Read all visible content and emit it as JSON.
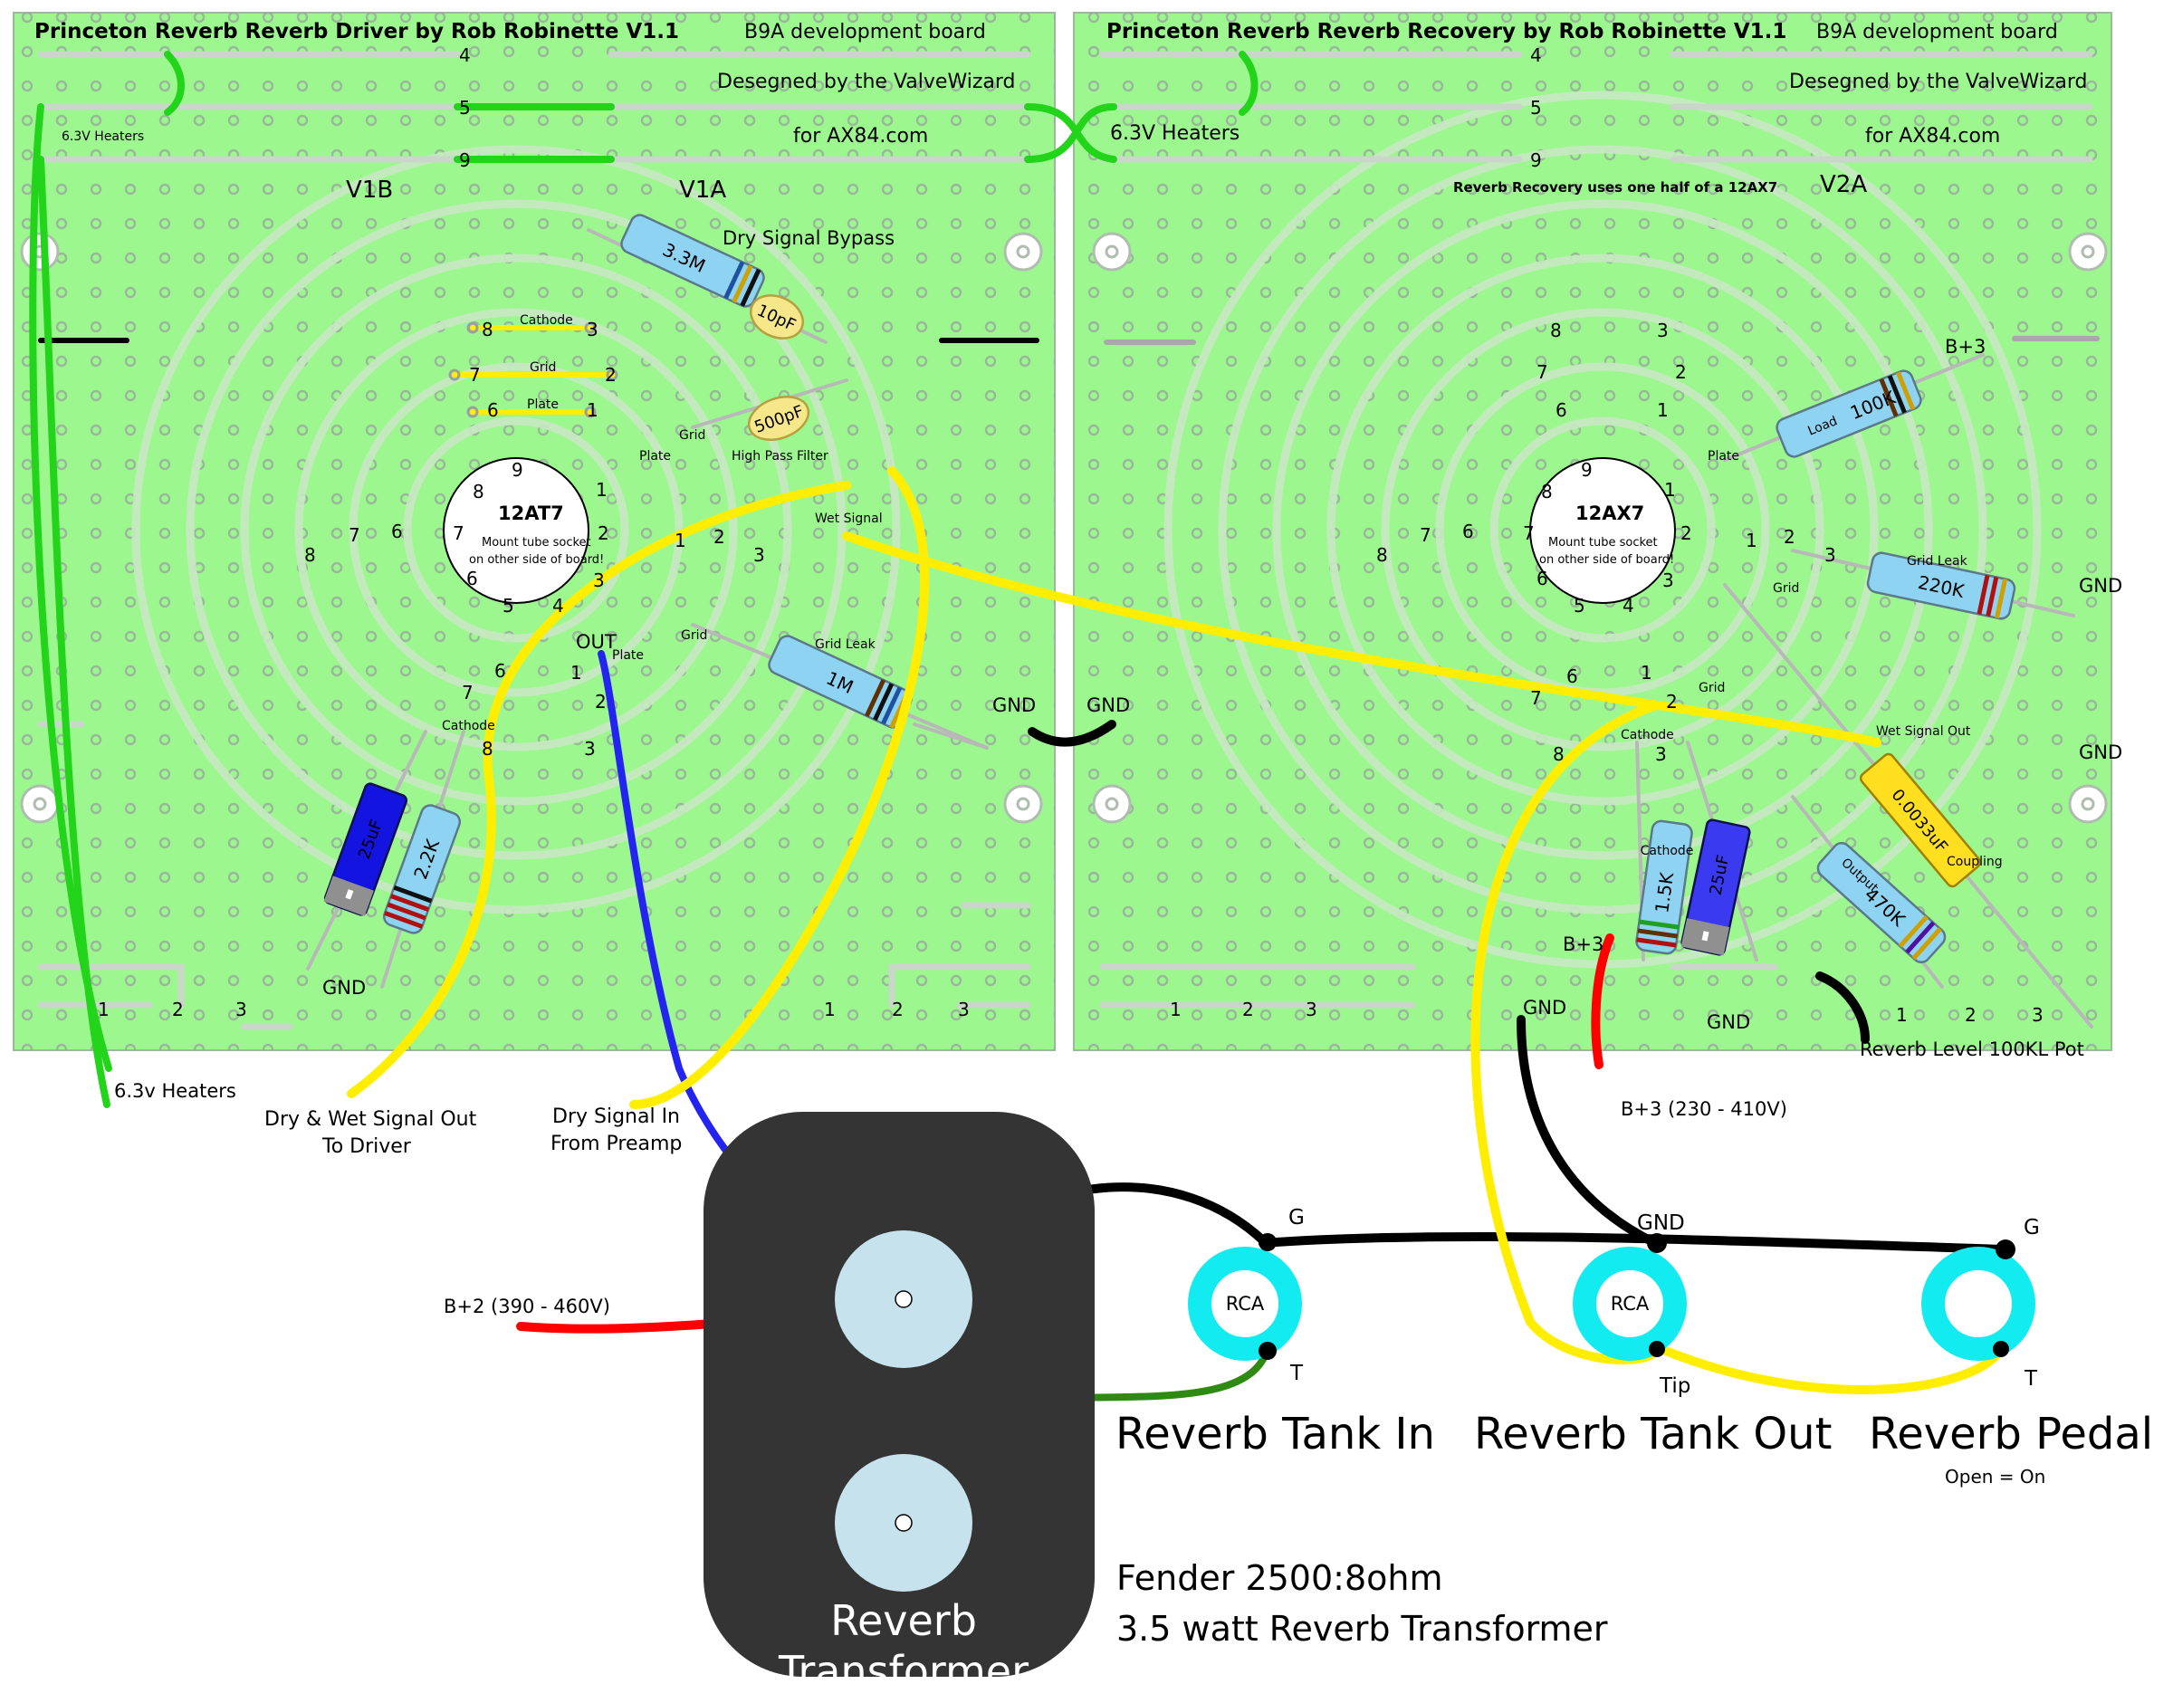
{
  "boards": [
    {
      "title": "Princeton Reverb Reverb Driver by Rob Robinette V1.1",
      "dev_board": "B9A development board",
      "designer": "Desegned by the ValveWizard",
      "site": "for AX84.com",
      "rail_labels": [
        "4",
        "5",
        "9"
      ],
      "heater_label": "6.3V Heaters",
      "section_labels": [
        "V1B",
        "V1A"
      ],
      "tube": {
        "name": "12AT7",
        "note1": "Mount tube socket",
        "note2": "on other side of board!",
        "pins": [
          "9",
          "1",
          "2",
          "3",
          "4",
          "5",
          "6",
          "7",
          "8"
        ]
      },
      "bottom_pins_left": [
        "1",
        "2",
        "3"
      ],
      "bottom_pins_right": [
        "1",
        "2",
        "3"
      ]
    },
    {
      "title": "Princeton Reverb Reverb Recovery by Rob Robinette V1.1",
      "dev_board": "B9A development board",
      "designer": "Desegned by the ValveWizard",
      "site": "for AX84.com",
      "rail_labels": [
        "4",
        "5",
        "9"
      ],
      "heater_label": "6.3V Heaters",
      "section_labels": [
        "V2A"
      ],
      "note": "Reverb Recovery uses one half of a 12AX7",
      "tube": {
        "name": "12AX7",
        "note1": "Mount tube socket",
        "note2": "on other side of board!",
        "pins": [
          "9",
          "1",
          "2",
          "3",
          "4",
          "5",
          "6",
          "7",
          "8"
        ]
      },
      "bottom_pins_left": [
        "1",
        "2",
        "3"
      ],
      "bottom_pins_right": [
        "1",
        "2",
        "3"
      ]
    }
  ],
  "driver": {
    "pad_labels": {
      "cathode": "Cathode",
      "grid": "Grid",
      "plate": "Plate"
    },
    "pad_rows": [
      [
        "8",
        "3"
      ],
      [
        "7",
        "2"
      ],
      [
        "6",
        "1"
      ]
    ],
    "pin_col_left": [
      "8",
      "7",
      "6"
    ],
    "pin_col_right": [
      "1",
      "2",
      "3"
    ],
    "v1b_pins": [
      "6",
      "7",
      "8"
    ],
    "v1a_pins": [
      "1",
      "2",
      "3"
    ],
    "dry_bypass": "Dry Signal Bypass",
    "r_3m3": "3.3M",
    "c_10pf": "10pF",
    "c_500pf": "500pF",
    "plate": "Plate",
    "grid": "Grid",
    "hpf": "High Pass Filter",
    "wet_signal": "Wet Signal",
    "out": "OUT",
    "grid_leak": "Grid Leak",
    "r_1m": "1M",
    "gnd": "GND",
    "cathode": "Cathode",
    "c_25uf": "25uF",
    "r_2k2": "2.2K"
  },
  "recovery": {
    "pin_col_top": [
      "8",
      "3"
    ],
    "pin_rows": [
      [
        "7",
        "2"
      ],
      [
        "6",
        "1"
      ]
    ],
    "v2a_pins": [
      "1",
      "2",
      "3"
    ],
    "v2_side_pins": [
      "8",
      "7",
      "6"
    ],
    "b3": "B+3",
    "plate": "Plate",
    "load": "Load",
    "r_100k": "100K",
    "grid": "Grid",
    "grid_leak": "Grid Leak",
    "r_220k": "220K",
    "gnd": "GND",
    "wet_out": "Wet Signal Out",
    "cathode": "Cathode",
    "c_0033": "0.0033uF",
    "coupling": "Coupling",
    "output": "Output",
    "r_470k": "470K",
    "r_1k5": "1.5K",
    "c_25uf": "25uF",
    "pot": "Reverb Level 100KL Pot"
  },
  "offboard": {
    "heaters": "6.3v Heaters",
    "dry_wet_out_1": "Dry & Wet Signal Out",
    "dry_wet_out_2": "To Driver",
    "dry_in_1": "Dry Signal In",
    "dry_in_2": "From Preamp",
    "b2": "B+2 (390 - 460V)",
    "b3_range": "B+3 (230 - 410V)",
    "gnd": "GND",
    "transformer_1": "Reverb",
    "transformer_2": "Transformer",
    "fender_1": "Fender 2500:8ohm",
    "fender_2": "3.5 watt Reverb Transformer",
    "jacks": [
      {
        "label": "Reverb Tank In",
        "inner": "RCA",
        "ground": "G",
        "tip": "T"
      },
      {
        "label": "Reverb Tank Out",
        "inner": "RCA",
        "ground": "GND",
        "tip": "Tip"
      },
      {
        "label": "Reverb Pedal",
        "inner": "",
        "ground": "G",
        "tip": "T",
        "sub": "Open = On"
      }
    ]
  },
  "colors": {
    "board": "#9cf88e",
    "heater": "#22d41a",
    "signal": "#ffee00",
    "blue_wire": "#2424f0",
    "red_wire": "#ff0000",
    "black_wire": "#000000",
    "green_wire": "#2e8a10",
    "jack": "#12ecf0",
    "transformer": "#343434"
  }
}
